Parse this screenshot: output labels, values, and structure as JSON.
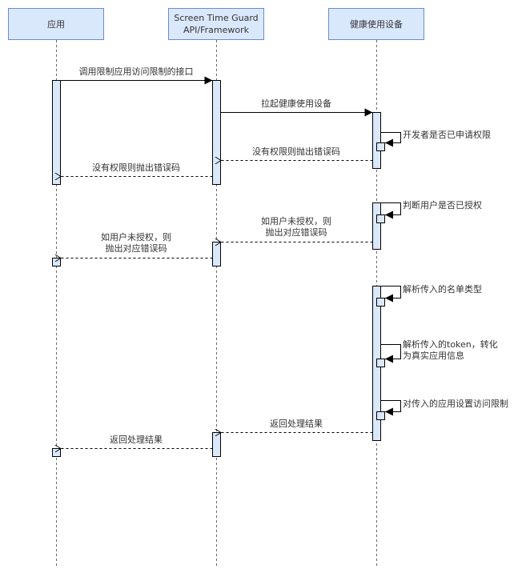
{
  "colors": {
    "box_fill": "#dae8fc",
    "box_stroke": "#6c8ebf",
    "activation_stroke": "#000000",
    "lifeline": "#666666",
    "text": "#333333",
    "arrow": "#000000"
  },
  "participants": [
    {
      "id": "app",
      "label": "应用"
    },
    {
      "id": "framework",
      "label": "Screen Time Guard\nAPI/Framework"
    },
    {
      "id": "device",
      "label": "健康使用设备"
    }
  ],
  "messages": [
    {
      "from": "app",
      "to": "framework",
      "type": "sync",
      "label": "调用限制应用访问限制的接口"
    },
    {
      "from": "framework",
      "to": "device",
      "type": "sync",
      "label": "拉起健康使用设备"
    },
    {
      "from": "device",
      "to": "device",
      "type": "self",
      "label": "开发者是否已申请权限"
    },
    {
      "from": "device",
      "to": "framework",
      "type": "return",
      "label": "没有权限则抛出错误码"
    },
    {
      "from": "framework",
      "to": "app",
      "type": "return",
      "label": "没有权限则抛出错误码"
    },
    {
      "from": "device",
      "to": "device",
      "type": "self",
      "label": "判断用户是否已授权"
    },
    {
      "from": "device",
      "to": "framework",
      "type": "return",
      "label": "如用户未授权，则\n抛出对应错误码"
    },
    {
      "from": "framework",
      "to": "app",
      "type": "return",
      "label": "如用户未授权，则\n抛出对应错误码"
    },
    {
      "from": "device",
      "to": "device",
      "type": "self",
      "label": "解析传入的名单类型"
    },
    {
      "from": "device",
      "to": "device",
      "type": "self",
      "label": "解析传入的token，转化\n为真实应用信息"
    },
    {
      "from": "device",
      "to": "device",
      "type": "self",
      "label": "对传入的应用设置访问限制"
    },
    {
      "from": "device",
      "to": "framework",
      "type": "return",
      "label": "返回处理结果"
    },
    {
      "from": "framework",
      "to": "app",
      "type": "return",
      "label": "返回处理结果"
    }
  ]
}
